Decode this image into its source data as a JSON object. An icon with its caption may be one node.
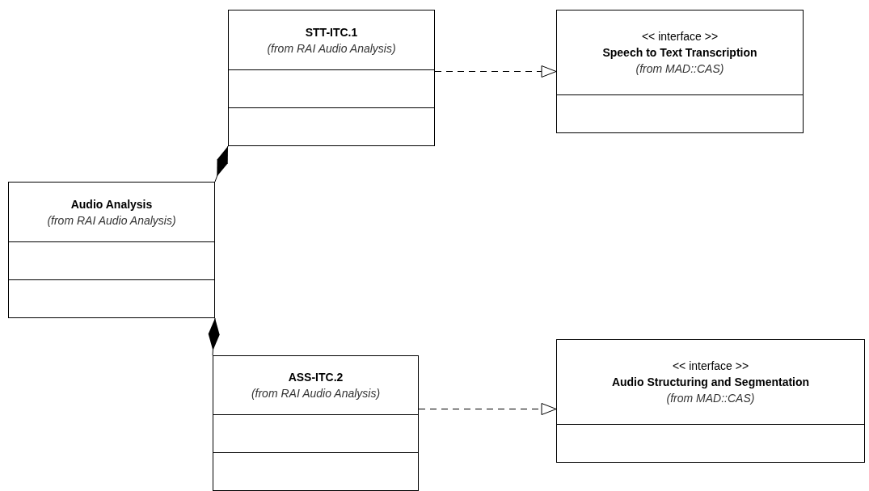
{
  "diagram": {
    "nodes": [
      {
        "text": [
          "STT-ITC.1",
          "(from RAI Audio Analysis)"
        ]
      },
      {
        "text": [
          "<< interface >>",
          "Speech to Text Transcription",
          "(from MAD::CAS)"
        ]
      },
      {
        "text": [
          "Audio Analysis",
          "(from RAI Audio Analysis)"
        ]
      },
      {
        "text": [
          "ASS-ITC.2",
          "(from RAI Audio Analysis)"
        ]
      },
      {
        "text": [
          "<< interface >>",
          "Audio Structuring and Segmentation",
          "(from MAD::CAS)"
        ]
      }
    ],
    "edges": [
      {
        "from": 0,
        "to": 1,
        "arrow": "to",
        "style": "dashed"
      },
      {
        "from": 0,
        "to": 2,
        "arrow": "other"
      },
      {
        "from": 2,
        "to": 3,
        "arrow": "other"
      },
      {
        "from": 3,
        "to": 4,
        "arrow": "to",
        "style": "dashed"
      }
    ]
  }
}
